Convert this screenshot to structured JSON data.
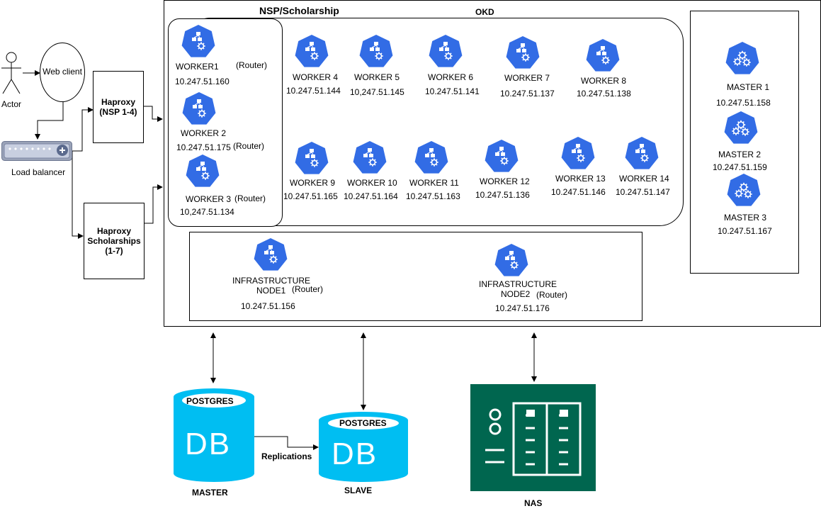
{
  "actor": {
    "label": "Actor"
  },
  "web_client": {
    "label": "Web client"
  },
  "load_balancer": {
    "label": "Load balancer"
  },
  "haproxy_nsp": {
    "line1": "Haproxy",
    "line2": "(NSP 1-4)"
  },
  "haproxy_scholarships": {
    "line1": "Haproxy",
    "line2": "Scholarships",
    "line3": "(1-7)"
  },
  "nsp_group": {
    "title": "NSP/Scholarship"
  },
  "okd_group": {
    "title": "OKD"
  },
  "router_tag": "(Router)",
  "nsp_workers": [
    {
      "name": "WORKER1",
      "ip": "10.247.51.160",
      "router": "(Router)"
    },
    {
      "name": "WORKER 2",
      "ip": "10.247.51.175",
      "router": "(Router)"
    },
    {
      "name": "WORKER 3",
      "ip": "10,247.51.134",
      "router": "(Router)"
    }
  ],
  "workers": [
    {
      "name": "WORKER 4",
      "ip": "10.247.51.144"
    },
    {
      "name": "WORKER 5",
      "ip": "10,247.51.145"
    },
    {
      "name": "WORKER 6",
      "ip": "10.247.51.141"
    },
    {
      "name": "WORKER 7",
      "ip": "10.247.51.137"
    },
    {
      "name": "WORKER 8",
      "ip": "10.247.51.138"
    },
    {
      "name": "WORKER 9",
      "ip": "10.247.51.165"
    },
    {
      "name": "WORKER 10",
      "ip": "10.247.51.164"
    },
    {
      "name": "WORKER 11",
      "ip": "10.247.51.163"
    },
    {
      "name": "WORKER 12",
      "ip": "10.247.51.136"
    },
    {
      "name": "WORKER 13",
      "ip": "10.247.51.146"
    },
    {
      "name": "WORKER 14",
      "ip": "10.247.51.147"
    }
  ],
  "masters": [
    {
      "name": "MASTER 1",
      "ip": "10.247.51.158"
    },
    {
      "name": "MASTER 2",
      "ip": "10.247.51.159"
    },
    {
      "name": "MASTER 3",
      "ip": "10.247.51.167"
    }
  ],
  "infra_nodes": [
    {
      "line1": "INFRASTRUCTURE",
      "line2": "NODE1",
      "router": "(Router)",
      "ip": "10.247.51.156"
    },
    {
      "line1": "INFRASTRUCTURE",
      "line2": "NODE2",
      "router": "(Router)",
      "ip": "10.247.51.176"
    }
  ],
  "db_master": {
    "tag": "POSTGRES",
    "glyph": "DB",
    "label": "MASTER"
  },
  "db_slave": {
    "tag": "POSTGRES",
    "glyph": "DB",
    "label": "SLAVE"
  },
  "replications": {
    "label": "Replications"
  },
  "nas": {
    "label": "NAS"
  },
  "colors": {
    "k8s_blue": "#326CE5",
    "db_cyan": "#00BEF2",
    "nas_green": "#00664F"
  }
}
